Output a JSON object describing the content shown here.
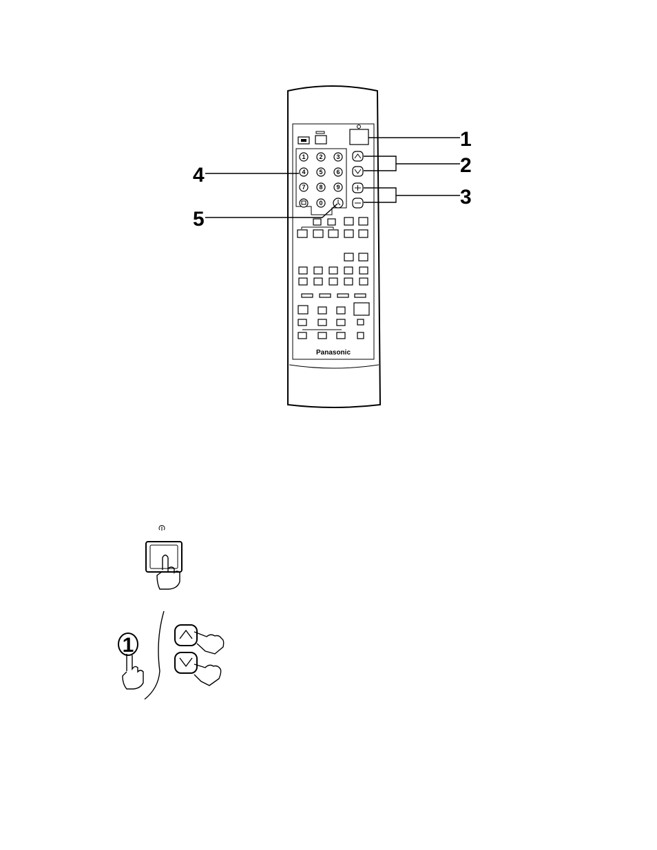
{
  "callouts": [
    "1",
    "2",
    "3",
    "4",
    "5"
  ],
  "remote": {
    "brand": "Panasonic",
    "number_keys": [
      "1",
      "2",
      "3",
      "4",
      "5",
      "6",
      "7",
      "8",
      "9",
      "0"
    ]
  },
  "illustrations": {
    "number_key_label": "1"
  }
}
